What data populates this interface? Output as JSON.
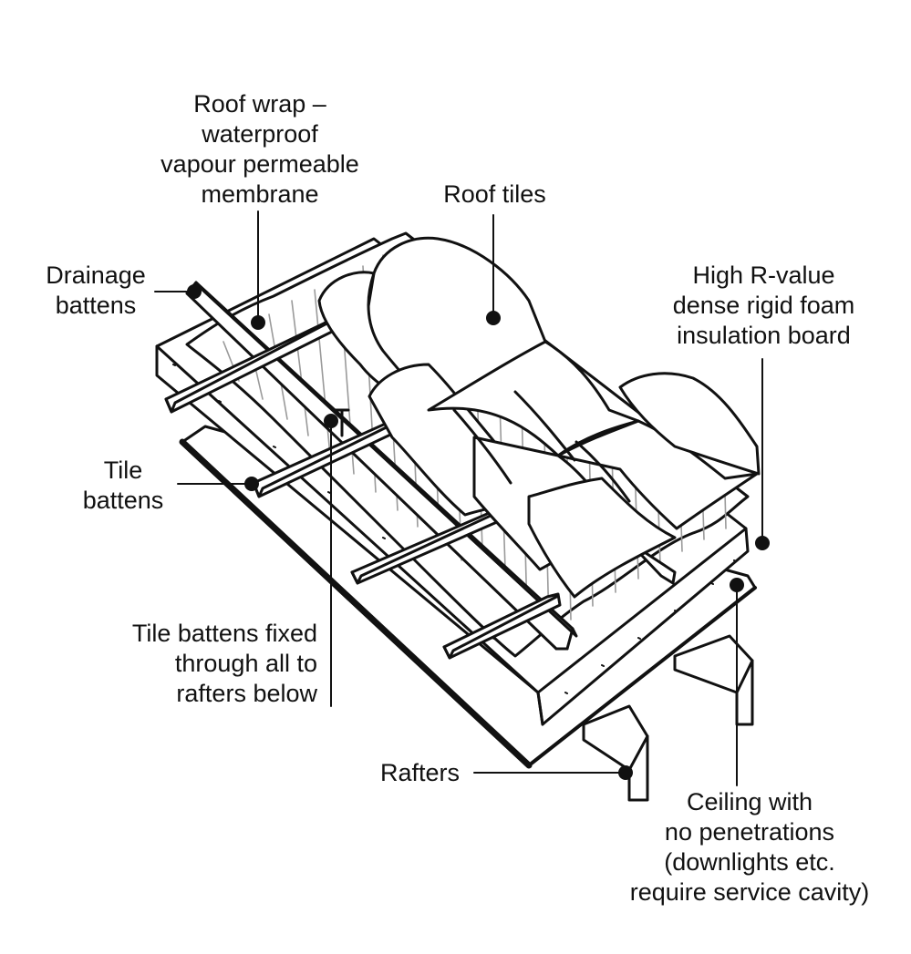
{
  "labels": {
    "roof_wrap": [
      "Roof wrap –",
      "waterproof",
      "vapour permeable",
      "membrane"
    ],
    "roof_tiles": [
      "Roof tiles"
    ],
    "drainage_battens": [
      "Drainage",
      "battens"
    ],
    "insulation": [
      "High R-value",
      "dense rigid foam",
      "insulation board"
    ],
    "tile_battens": [
      "Tile",
      "battens"
    ],
    "tile_battens_fixed": [
      "Tile battens fixed",
      "through all to",
      "rafters below"
    ],
    "rafters": [
      "Rafters"
    ],
    "ceiling": [
      "Ceiling with",
      "no penetrations",
      "(downlights etc.",
      "require service cavity)"
    ]
  },
  "colors": {
    "ink": "#111111",
    "paper": "#ffffff",
    "hatch": "#9a9a9a"
  }
}
